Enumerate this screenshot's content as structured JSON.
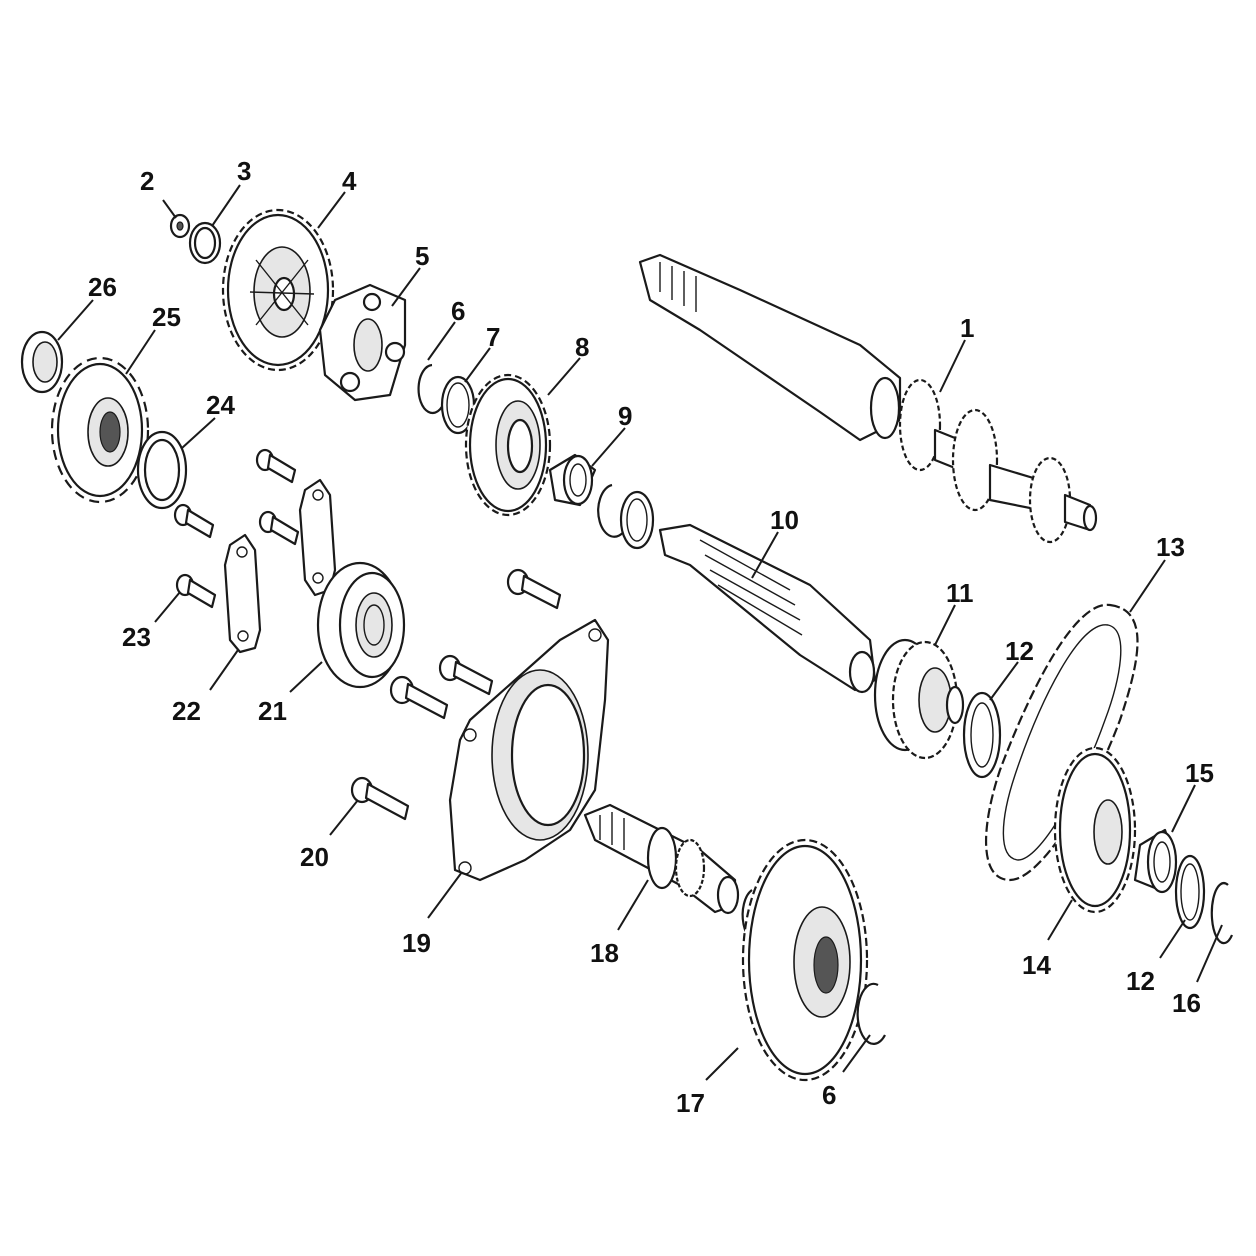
{
  "callouts": [
    {
      "id": "c2",
      "text": "2"
    },
    {
      "id": "c3",
      "text": "3"
    },
    {
      "id": "c4",
      "text": "4"
    },
    {
      "id": "c26",
      "text": "26"
    },
    {
      "id": "c25",
      "text": "25"
    },
    {
      "id": "c5",
      "text": "5"
    },
    {
      "id": "c6a",
      "text": "6"
    },
    {
      "id": "c7",
      "text": "7"
    },
    {
      "id": "c8",
      "text": "8"
    },
    {
      "id": "c1",
      "text": "1"
    },
    {
      "id": "c24",
      "text": "24"
    },
    {
      "id": "c9",
      "text": "9"
    },
    {
      "id": "c10",
      "text": "10"
    },
    {
      "id": "c13",
      "text": "13"
    },
    {
      "id": "c11",
      "text": "11"
    },
    {
      "id": "c12a",
      "text": "12"
    },
    {
      "id": "c23",
      "text": "23"
    },
    {
      "id": "c22",
      "text": "22"
    },
    {
      "id": "c21",
      "text": "21"
    },
    {
      "id": "c15",
      "text": "15"
    },
    {
      "id": "c20",
      "text": "20"
    },
    {
      "id": "c19",
      "text": "19"
    },
    {
      "id": "c18",
      "text": "18"
    },
    {
      "id": "c14",
      "text": "14"
    },
    {
      "id": "c12b",
      "text": "12"
    },
    {
      "id": "c16",
      "text": "16"
    },
    {
      "id": "c17",
      "text": "17"
    },
    {
      "id": "c6b",
      "text": "6"
    }
  ]
}
